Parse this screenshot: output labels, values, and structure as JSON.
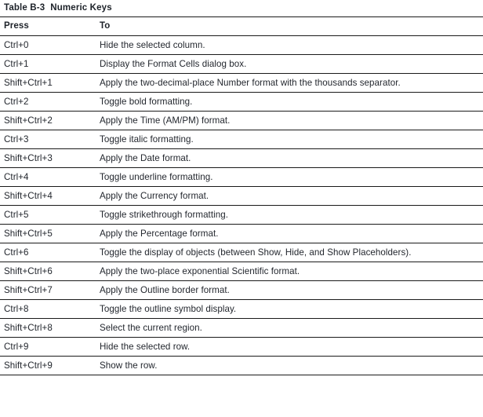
{
  "document": {
    "caption_label": "Table B-3",
    "caption_title": "Numeric Keys",
    "text_color": "#23272e",
    "rule_color": "#1a1a1a",
    "background": "#ffffff"
  },
  "table": {
    "headers": {
      "press": "Press",
      "to": "To"
    },
    "rows": [
      {
        "press": "Ctrl+0",
        "to": "Hide the selected column."
      },
      {
        "press": "Ctrl+1",
        "to": "Display the Format Cells dialog box."
      },
      {
        "press": "Shift+Ctrl+1",
        "to": "Apply the two-decimal-place Number format with the thousands separator."
      },
      {
        "press": "Ctrl+2",
        "to": "Toggle bold formatting."
      },
      {
        "press": "Shift+Ctrl+2",
        "to": "Apply the Time (AM/PM) format."
      },
      {
        "press": "Ctrl+3",
        "to": "Toggle italic formatting."
      },
      {
        "press": "Shift+Ctrl+3",
        "to": "Apply the Date format."
      },
      {
        "press": "Ctrl+4",
        "to": "Toggle underline formatting."
      },
      {
        "press": "Shift+Ctrl+4",
        "to": "Apply the Currency format."
      },
      {
        "press": "Ctrl+5",
        "to": "Toggle strikethrough formatting."
      },
      {
        "press": "Shift+Ctrl+5",
        "to": "Apply the Percentage format."
      },
      {
        "press": "Ctrl+6",
        "to": "Toggle the display of objects (between Show, Hide, and Show Placeholders)."
      },
      {
        "press": "Shift+Ctrl+6",
        "to": "Apply the two-place exponential Scientific format."
      },
      {
        "press": "Shift+Ctrl+7",
        "to": "Apply the Outline border format."
      },
      {
        "press": "Ctrl+8",
        "to": "Toggle the outline symbol display."
      },
      {
        "press": "Shift+Ctrl+8",
        "to": "Select the current region."
      },
      {
        "press": "Ctrl+9",
        "to": "Hide the selected row."
      },
      {
        "press": "Shift+Ctrl+9",
        "to": "Show the row."
      }
    ]
  }
}
